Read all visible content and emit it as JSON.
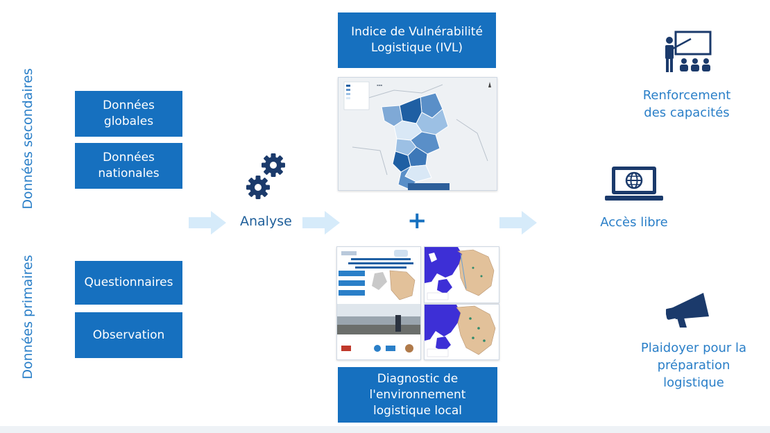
{
  "labels": {
    "secondary": "Données secondaires",
    "primary": "Données primaires"
  },
  "sources": {
    "secondary": [
      "Données\nglobales",
      "Données\nnationales"
    ],
    "primary": [
      "Questionnaires",
      "Observation"
    ]
  },
  "analysis": {
    "label": "Analyse",
    "icon": "gears-icon"
  },
  "center": {
    "ivl_title": "Indice de Vulnérabilité\nLogistique (IVL)",
    "plus": "+",
    "diagnostic_title": "Diagnostic de\nl'environnement\nlogistique local"
  },
  "outputs": [
    {
      "label": "Renforcement\ndes capacités",
      "icon": "training-presentation-icon"
    },
    {
      "label": "Accès libre",
      "icon": "laptop-globe-icon"
    },
    {
      "label": "Plaidoyer pour la\npréparation\nlogistique",
      "icon": "megaphone-icon"
    }
  ],
  "colors": {
    "box_blue": "#1670bf",
    "label_blue": "#2a7fc8",
    "arrow_blue": "#d6ebfa",
    "icon_navy": "#1b3a6b"
  }
}
